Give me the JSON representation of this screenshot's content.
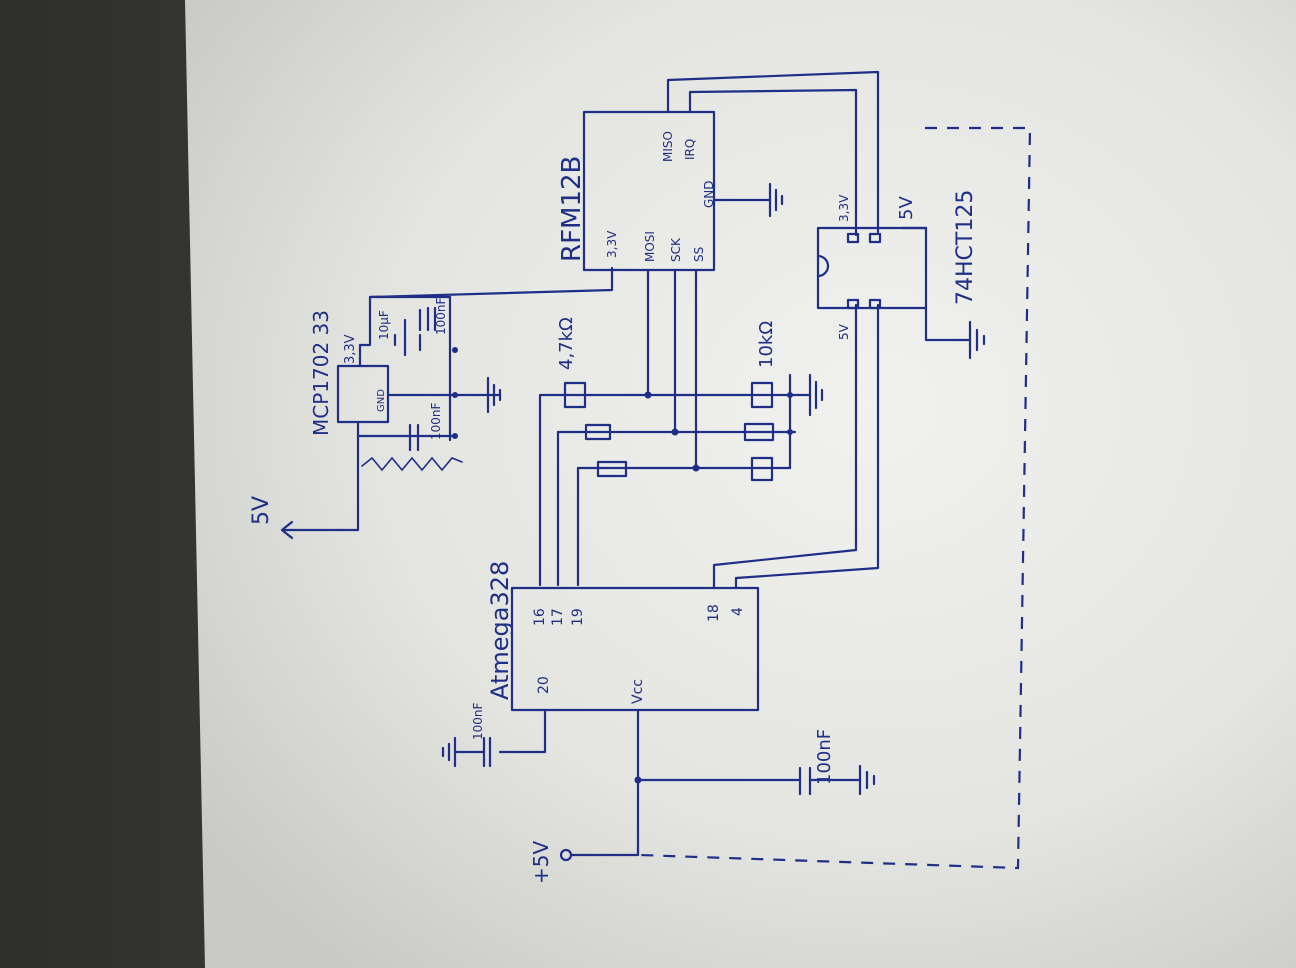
{
  "diagram": {
    "components": {
      "mcp": {
        "name": "MCP1702 33",
        "pin_out": "3,3V",
        "pin_gnd": "GND"
      },
      "rfm": {
        "name": "RFM12B",
        "pin_vcc": "3,3V",
        "pin_mosi": "MOSI",
        "pin_sck": "SCK",
        "pin_ss": "SS",
        "pin_gnd": "GND",
        "pin_miso": "MISO",
        "pin_irq": "IRQ"
      },
      "atmega": {
        "name": "Atmega328",
        "pin16": "16",
        "pin17": "17",
        "pin19": "19",
        "pin18": "18",
        "pin4": "4",
        "pin20": "20",
        "pin_vcc": "Vcc"
      },
      "hct": {
        "name": "74HCT125",
        "pin_5v_top": "5V",
        "pin_33v": "3,3V",
        "pin_5v_side": "5V"
      }
    },
    "labels": {
      "supply_5v_arrow": "5V",
      "supply_plus5v": "+5V",
      "cap_10uF": "10µF",
      "cap_100nF_a": "100nF",
      "cap_100nF_b": "100nF",
      "cap_100nF_c": "100nF",
      "cap_100nF_d": "100nF",
      "res_4k7": "4,7kΩ",
      "res_10k": "10kΩ"
    }
  }
}
